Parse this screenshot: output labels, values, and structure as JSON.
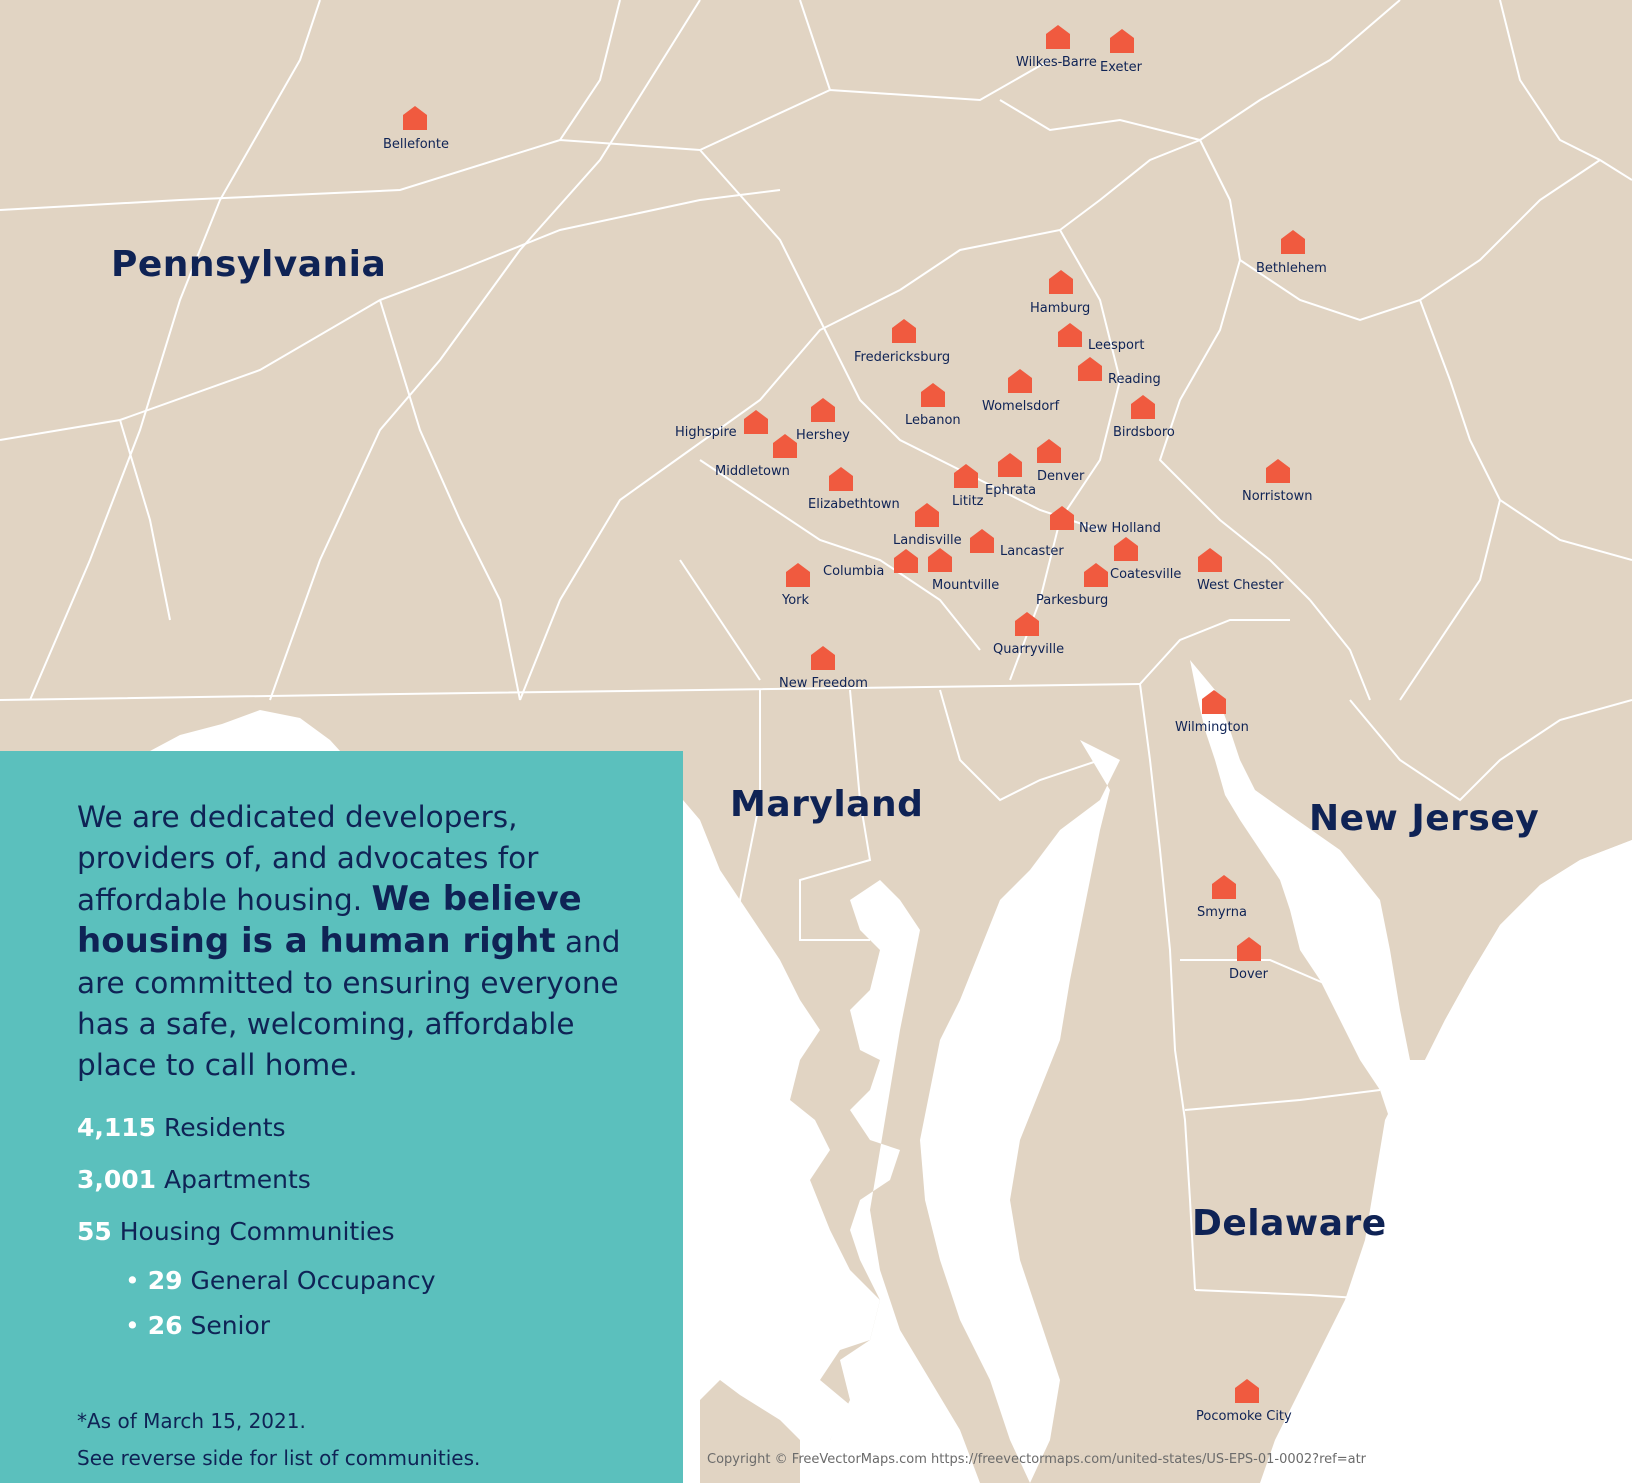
{
  "map": {
    "colors": {
      "land": "#e1d4c3",
      "water": "#ffffff",
      "border": "#ffffff",
      "pin": "#f05a3f",
      "text": "#0f2355",
      "panel": "#5bc0bd"
    },
    "states": [
      "Pennsylvania",
      "Maryland",
      "New Jersey",
      "Delaware"
    ],
    "cities": [
      "Wilkes-Barre",
      "Exeter",
      "Bellefonte",
      "Bethlehem",
      "Hamburg",
      "Leesport",
      "Fredericksburg",
      "Reading",
      "Womelsdorf",
      "Lebanon",
      "Birdsboro",
      "Highspire",
      "Hershey",
      "Middletown",
      "Denver",
      "Ephrata",
      "Lititz",
      "Norristown",
      "Elizabethtown",
      "New Holland",
      "Landisville",
      "Lancaster",
      "Columbia",
      "Coatesville",
      "West Chester",
      "Mountville",
      "York",
      "Parkesburg",
      "Quarryville",
      "New Freedom",
      "Wilmington",
      "Smyrna",
      "Dover",
      "Pocomoke City"
    ],
    "marker_icon": "house-icon"
  },
  "panel": {
    "intro_plain": "We are dedicated developers, providers of, and advocates for affordable housing. ",
    "intro_bold": "We believe housing is a human right",
    "intro_rest": " and are committed to ensuring everyone has a safe, welcoming, affordable place to call home.",
    "stats": [
      {
        "num": "4,115",
        "label": " Residents"
      },
      {
        "num": "3,001",
        "label": " Apartments"
      },
      {
        "num": "55",
        "label": " Housing Communities"
      }
    ],
    "substats": [
      {
        "bullet": "• ",
        "num": "29",
        "label": " General Occupancy"
      },
      {
        "bullet": "• ",
        "num": "26",
        "label": " Senior"
      }
    ],
    "note1": "*As of March 15, 2021.",
    "note2": "See reverse side for list of communities."
  },
  "copyright": "Copyright © FreeVectorMaps.com https://freevectormaps.com/united-states/US-EPS-01-0002?ref=atr"
}
